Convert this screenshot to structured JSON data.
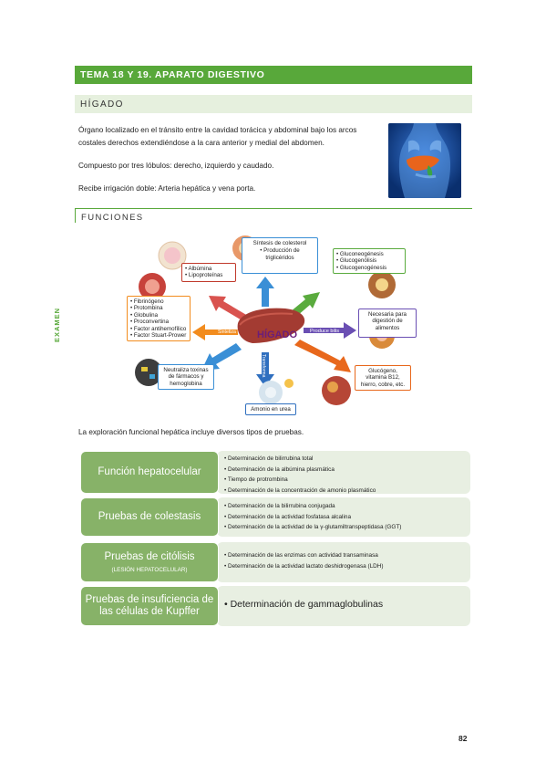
{
  "topic_title": "TEMA 18 Y 19. APARATO DIGESTIVO",
  "section_title": "HÍGADO",
  "paragraphs": [
    "Órgano localizado en el tránsito entre la cavidad torácica y abdominal bajo los arcos costales derechos extendiéndose a la cara anterior y medial del abdomen.",
    "Compuesto por tres lóbulos: derecho, izquierdo y caudado.",
    "Recibe irrigación doble: Arteria hepática y vena porta."
  ],
  "functions_title": "FUNCIONES",
  "side_label": "EXAMEN",
  "diagram": {
    "center_label": "HÍGADO",
    "boxes": {
      "albumina": [
        "Albúmina",
        "Lipoproteínas"
      ],
      "colesterol": [
        "Síntesis de colesterol",
        "Producción de triglicéridos"
      ],
      "glucosa": [
        "Gluconeogénesis",
        "Glucogenólisis",
        "Glucogenogénesis"
      ],
      "factores": [
        "Fibrinógeno",
        "Protombina",
        "Globulina",
        "Proconvertina",
        "Factor antihemofílico",
        "Factor Stuart-Prower"
      ],
      "bilis": "Necesaria para digestión de alimentos",
      "neutraliza": "Neutraliza toxinas de fármacos y hemoglobina",
      "amonio": "Amonio en urea",
      "almacena": "Glucógeno, vitamina B12, hierro, cobre, etc."
    },
    "arrows": {
      "left": "Sintetiza factores de coagulación",
      "right": "Produce bilis",
      "down": "Transforma"
    }
  },
  "intro": "La exploración funcional hepática incluye diversos tipos de pruebas.",
  "tests": [
    {
      "title": "Función hepatocelular",
      "subtitle": "",
      "items": [
        "Determinación de bilirrubina total",
        "Determinación de la albúmina plasmática",
        "Tiempo de protrombina",
        "Determinación de la concentración de amonio plasmático"
      ]
    },
    {
      "title": "Pruebas de colestasis",
      "subtitle": "",
      "items": [
        "Determinación de la bilirrubina conjugada",
        "Determinación de la actividad fosfatasa alcalina",
        "Determinación de la actividad de la γ-glutamiltranspeptidasa (GGT)"
      ]
    },
    {
      "title": "Pruebas de citólisis",
      "subtitle": "(LESIÓN HEPATOCELULAR)",
      "items": [
        "Determinación de las enzimas con actividad transaminasa",
        "Determinación de la actividad lactato deshidrogenasa (LDH)"
      ]
    },
    {
      "title": "Pruebas de insuficiencia de las células de Kupffer",
      "subtitle": "",
      "items": [
        "Determinación de gammaglobulinas"
      ]
    }
  ],
  "page_number": "82",
  "colors": {
    "accent_green": "#58a83a",
    "section_bg": "#e6f0de",
    "test_title_bg": "#87b268",
    "test_desc_bg": "#e8efe2"
  }
}
